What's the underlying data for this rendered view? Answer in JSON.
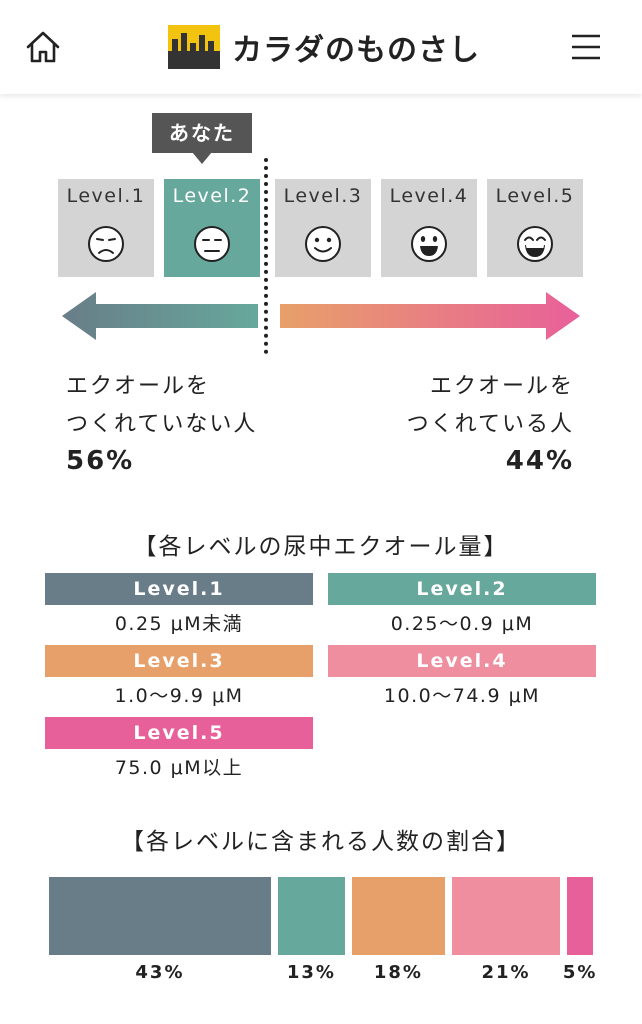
{
  "header": {
    "logo_text": "カラダのものさし",
    "logo_colors": {
      "yellow": "#f2c40f",
      "dark": "#333333"
    }
  },
  "you_marker": {
    "label": "あなた",
    "level_index": 1
  },
  "levels": [
    {
      "label": "Level.1",
      "face": "frown-face-icon"
    },
    {
      "label": "Level.2",
      "face": "neutral-face-icon"
    },
    {
      "label": "Level.3",
      "face": "smile-face-icon"
    },
    {
      "label": "Level.4",
      "face": "open-smile-face-icon"
    },
    {
      "label": "Level.5",
      "face": "grin-face-icon"
    }
  ],
  "producers": {
    "non_producer": {
      "line1": "エクオールを",
      "line2": "つくれていない人",
      "percent": "56%"
    },
    "producer": {
      "line1": "エクオールを",
      "line2": "つくれている人",
      "percent": "44%"
    }
  },
  "colors": {
    "level1": "#687d88",
    "level2": "#67a89c",
    "level3": "#e8a06a",
    "level4": "#ee8e9e",
    "level5": "#e8609a",
    "box_inactive": "#d4d4d4"
  },
  "urine_section": {
    "title": "【各レベルの尿中エクオール量】",
    "items": [
      {
        "label": "Level.1",
        "range": "0.25 μM未満"
      },
      {
        "label": "Level.2",
        "range": "0.25〜0.9 μM"
      },
      {
        "label": "Level.3",
        "range": "1.0〜9.9 μM"
      },
      {
        "label": "Level.4",
        "range": "10.0〜74.9 μM"
      },
      {
        "label": "Level.5",
        "range": "75.0 μM以上"
      }
    ]
  },
  "distribution_section": {
    "title": "【各レベルに含まれる人数の割合】",
    "chart_data": {
      "type": "bar",
      "categories": [
        "Level.1",
        "Level.2",
        "Level.3",
        "Level.4",
        "Level.5"
      ],
      "values": [
        43,
        13,
        18,
        21,
        5
      ],
      "value_labels": [
        "43%",
        "13%",
        "18%",
        "21%",
        "5%"
      ]
    }
  }
}
